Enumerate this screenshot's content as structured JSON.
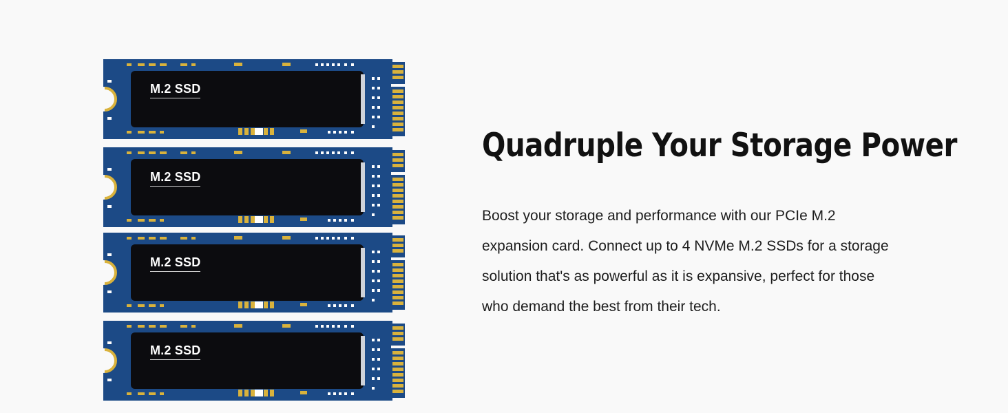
{
  "ssd_cards": [
    {
      "label": "M.2 SSD"
    },
    {
      "label": "M.2 SSD"
    },
    {
      "label": "M.2 SSD"
    },
    {
      "label": "M.2 SSD"
    }
  ],
  "headline": "Quadruple Your Storage Power",
  "body": "Boost your storage and performance with our PCIe M.2 expansion card. Connect up to 4 NVMe M.2 SSDs for a storage solution that's as powerful as it is expansive, perfect for those who demand the best from their tech.",
  "colors": {
    "pcb_blue": "#1c4a86",
    "chip_black": "#0c0c0f",
    "gold": "#d9b23c",
    "background": "#f9f9f9"
  }
}
